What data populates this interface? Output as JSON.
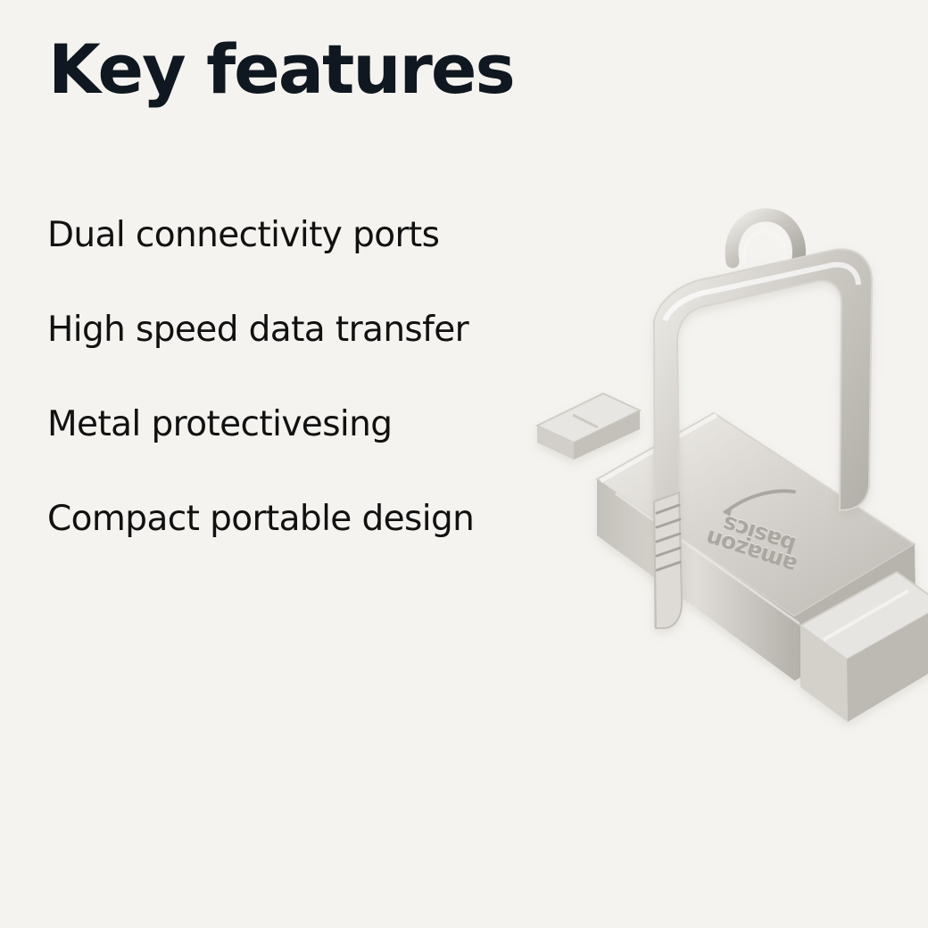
{
  "header": {
    "title": "Key features"
  },
  "features": [
    {
      "label": "Dual connectivity ports"
    },
    {
      "label": "High speed data transfer"
    },
    {
      "label": "Metal protectivesing"
    },
    {
      "label": "Compact portable design"
    }
  ],
  "product": {
    "brand_text_top": "amazon",
    "brand_text_bottom": "basics"
  },
  "colors": {
    "background": "#f4f3ef",
    "title": "#0f1720",
    "text": "#111111",
    "metal_light": "#e3e1dd",
    "metal_mid": "#c8c6c1",
    "metal_dark": "#9d9a94"
  }
}
